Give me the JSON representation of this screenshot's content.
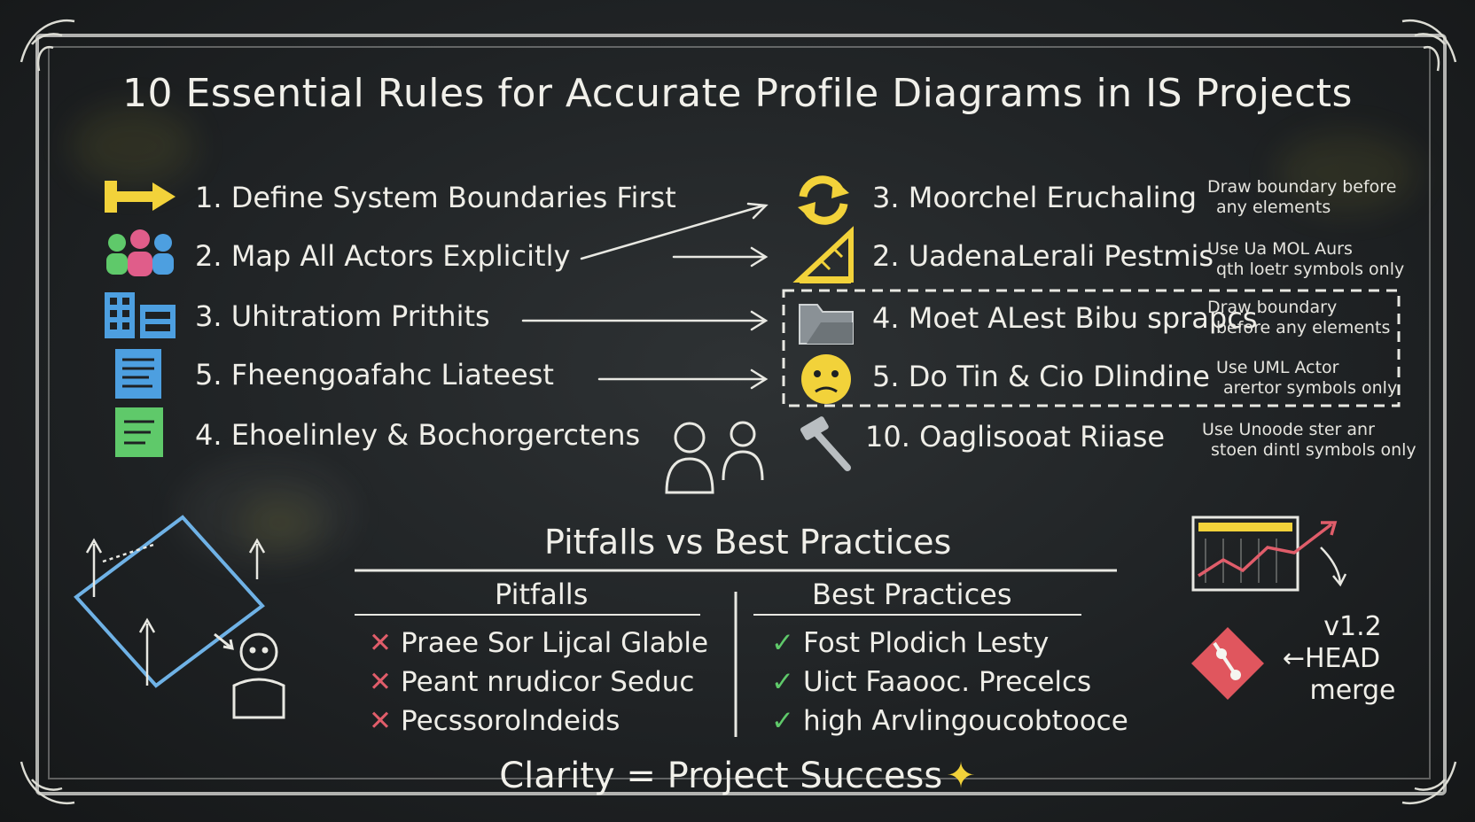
{
  "title": "10 Essential Rules for Accurate Profile Diagrams in IS Projects",
  "left_rules": [
    {
      "text": "1. Define System Boundaries First",
      "icon": "boundary-arrow-icon"
    },
    {
      "text": "2. Map All Actors Explicitly",
      "icon": "actors-group-icon"
    },
    {
      "text": "3. Uhitratiom Prithits",
      "icon": "building-icon"
    },
    {
      "text": "5. Fheengoafahc Liateest",
      "icon": "document-icon"
    },
    {
      "text": "4. Ehoelinley & Bochorgerctens",
      "icon": "note-icon"
    }
  ],
  "right_rules": [
    {
      "text": "3. Moorchel Eruchaling",
      "icon": "refresh-arrows-icon"
    },
    {
      "text": "2. UadenaLerali Pestmis",
      "icon": "ruler-icon"
    },
    {
      "text": "4. Moet ALest Bibu sprapcs",
      "icon": "folder-icon"
    },
    {
      "text": "5. Do Tin & Cio Dlindine",
      "icon": "worried-face-icon"
    },
    {
      "text": "10. Oaglisooat Riiase",
      "icon": "hammer-icon"
    }
  ],
  "notes": [
    {
      "line1": "Draw boundary before",
      "line2": "any elements"
    },
    {
      "line1": "Use Ua MOL Aurs",
      "line2": "qth loetr symbols only"
    },
    {
      "line1": "Draw boundary",
      "line2": "before any elements"
    },
    {
      "line1": "Use UML Actor",
      "line2": "arertor symbols only"
    },
    {
      "line1": "Use Unoode ster anr",
      "line2": "stoen dintl symbols only"
    }
  ],
  "section_title": "Pitfalls vs Best Practices",
  "pitfalls": {
    "heading": "Pitfalls",
    "items": [
      "Praee Sor Lijcal Glable",
      "Peant nrudicor Seduc",
      "Pecssorolndeids"
    ]
  },
  "best_practices": {
    "heading": "Best Practices",
    "items": [
      "Fost Plodich Lesty",
      "Uict Faaooc. Precelcs",
      "high Arvlingoucobtooce"
    ]
  },
  "version_tag": {
    "version": "v1.2",
    "arrow": "←",
    "head": "HEAD",
    "merge": "merge"
  },
  "footer": "Clarity = Project Success",
  "colors": {
    "chalkboard": "#1e2123",
    "chalk": "#ecebe6",
    "pitfall_red": "#e05d6a",
    "practice_green": "#5fc96a",
    "yellow": "#f2d23a",
    "blue": "#4d9fe0"
  }
}
